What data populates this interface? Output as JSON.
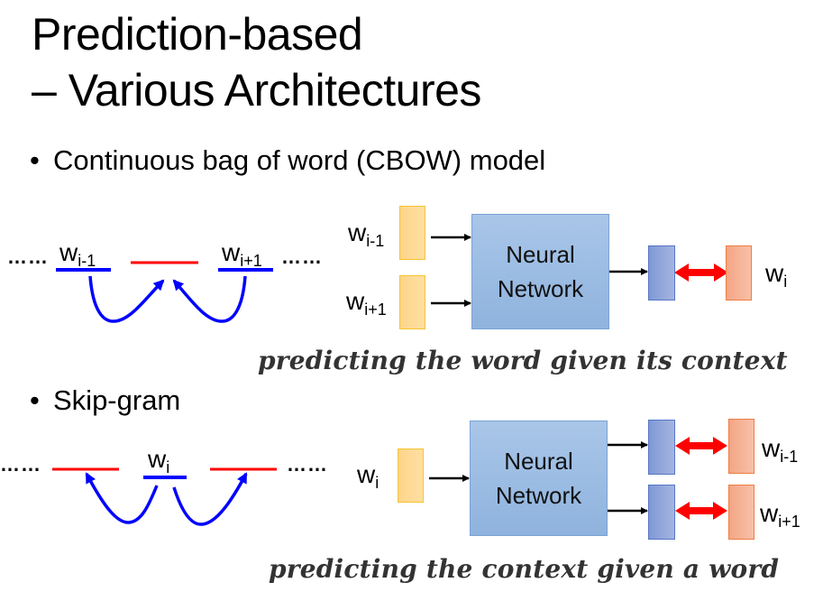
{
  "slide": {
    "title_line1": "Prediction-based",
    "title_line2": "– Various Architectures"
  },
  "cbow": {
    "bullet": "Continuous bag of word (CBOW) model",
    "sequence": {
      "ellipsis_left": "……",
      "ellipsis_right": "……",
      "left_word": {
        "base": "w",
        "sub": "i-1"
      },
      "right_word": {
        "base": "w",
        "sub": "i+1"
      }
    },
    "inputs": [
      {
        "base": "w",
        "sub": "i-1"
      },
      {
        "base": "w",
        "sub": "i+1"
      }
    ],
    "network_line1": "Neural",
    "network_line2": "Network",
    "target": {
      "base": "w",
      "sub": "i"
    },
    "caption": "predicting the word given its context"
  },
  "skipgram": {
    "bullet": "Skip-gram",
    "sequence": {
      "ellipsis_left": "……",
      "ellipsis_right": "……",
      "center_word": {
        "base": "w",
        "sub": "i"
      }
    },
    "input": {
      "base": "w",
      "sub": "i"
    },
    "network_line1": "Neural",
    "network_line2": "Network",
    "targets": [
      {
        "base": "w",
        "sub": "i-1"
      },
      {
        "base": "w",
        "sub": "i+1"
      }
    ],
    "caption": "predicting the context given a word"
  },
  "colors": {
    "context_underline": "#0000ff",
    "blank_underline": "#ff0000",
    "arc": "#0000ff",
    "similarity_arrow": "#ff0000",
    "input_box": "#fdd58a",
    "network_box": "#9dbce3",
    "output_box": "#8ea3da",
    "target_box": "#f5b194"
  }
}
